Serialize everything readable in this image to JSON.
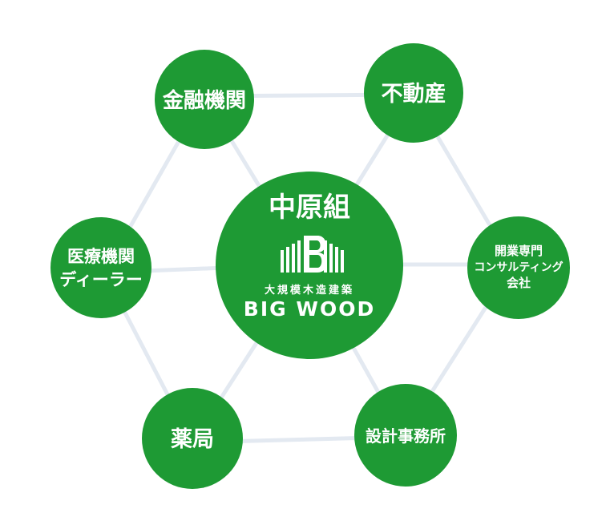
{
  "center": {
    "company": "中原組",
    "tagline": "大規模木造建築",
    "brand": "BIG WOOD"
  },
  "partners": [
    {
      "lines": [
        "金融機関"
      ]
    },
    {
      "lines": [
        "不動産"
      ]
    },
    {
      "lines": [
        "開業専門",
        "コンサルティング",
        "会社"
      ]
    },
    {
      "lines": [
        "設計事務所"
      ]
    },
    {
      "lines": [
        "薬局"
      ]
    },
    {
      "lines": [
        "医療機関",
        "ディーラー"
      ]
    }
  ],
  "colors": {
    "node_green": "#1e9a34",
    "ring": "#e3e9f1",
    "white": "#ffffff"
  }
}
